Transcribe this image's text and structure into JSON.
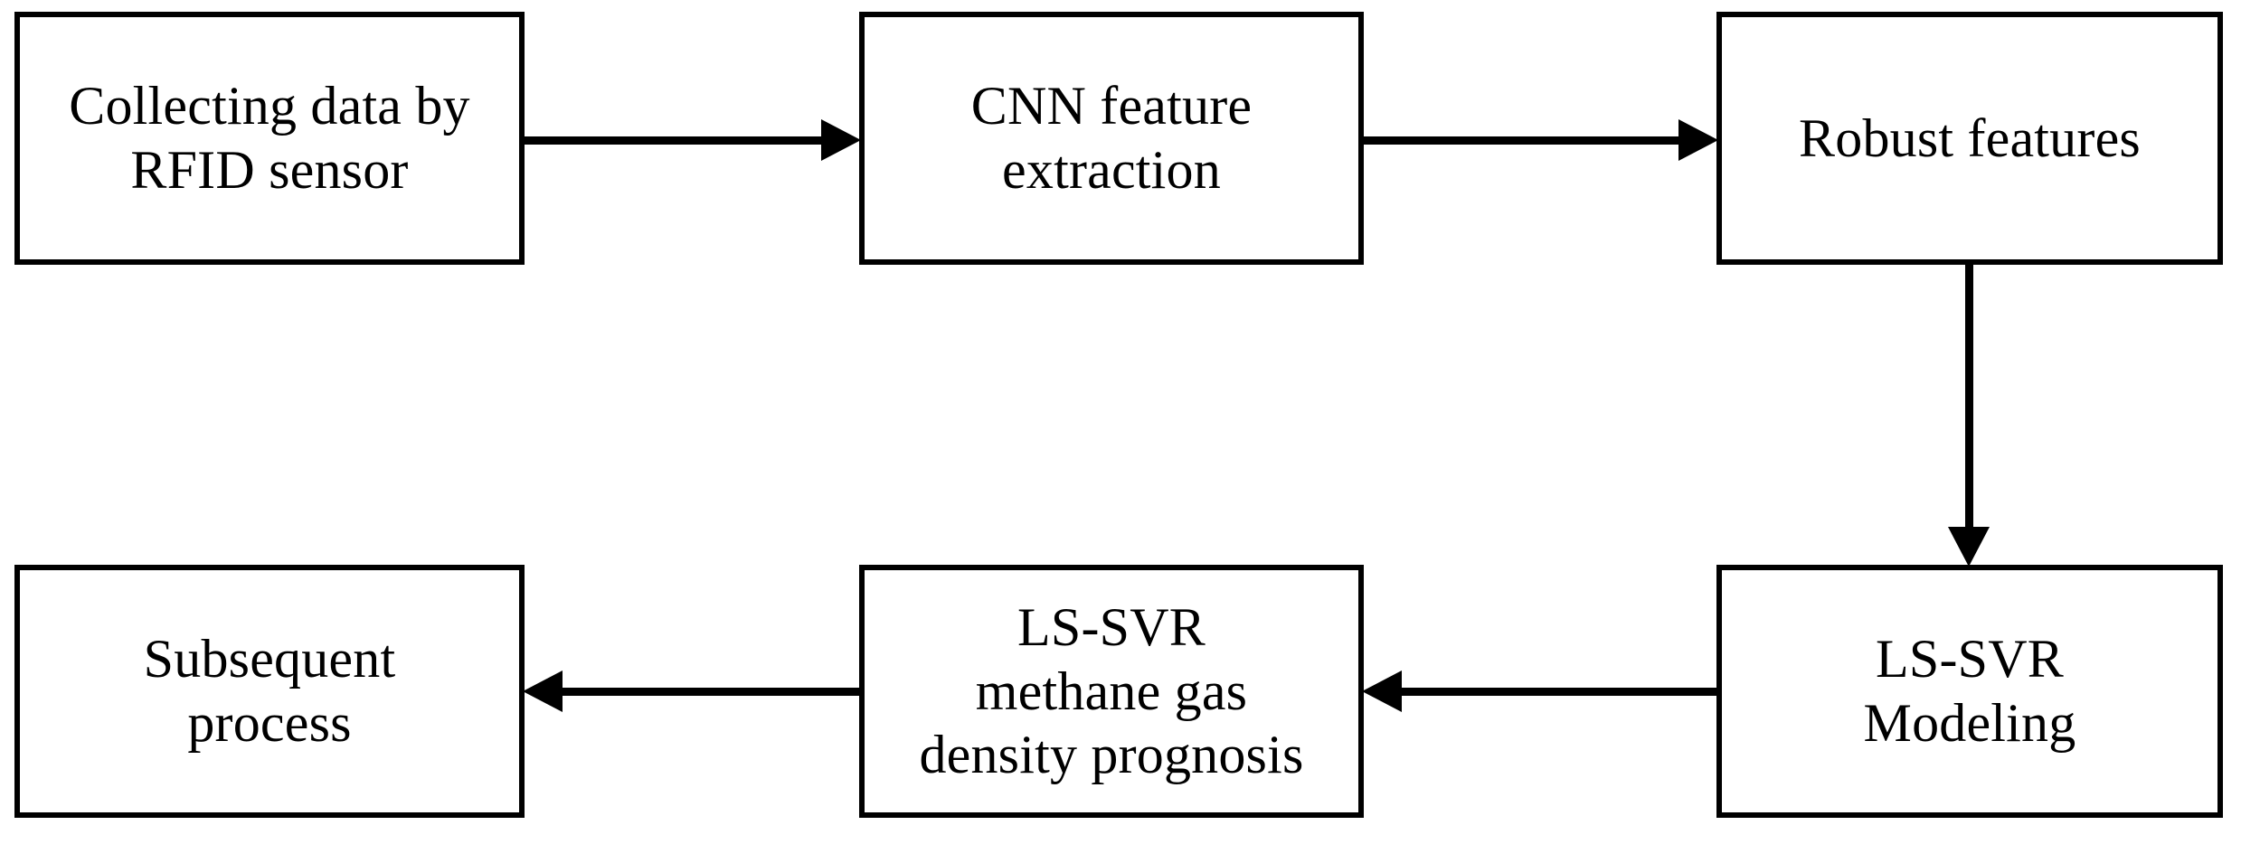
{
  "diagram": {
    "type": "flowchart",
    "title": "",
    "orientation": "two-row-serpentine",
    "background_color": "#ffffff",
    "line_color": "#000000",
    "text_color": "#000000",
    "nodes": [
      {
        "id": "collect",
        "label": "Collecting data by RFID sensor",
        "lines": [
          "Collecting data by",
          "RFID sensor"
        ],
        "row": 1,
        "col": 1
      },
      {
        "id": "cnn",
        "label": "CNN feature extraction",
        "lines": [
          "CNN feature",
          "extraction"
        ],
        "row": 1,
        "col": 2
      },
      {
        "id": "robust",
        "label": "Robust features",
        "lines": [
          "Robust features"
        ],
        "row": 1,
        "col": 3
      },
      {
        "id": "subsequent",
        "label": "Subsequent process",
        "lines": [
          "Subsequent",
          "process"
        ],
        "row": 2,
        "col": 1
      },
      {
        "id": "prognosis",
        "label": "LS-SVR methane gas density prognosis",
        "lines": [
          "LS-SVR",
          "methane gas",
          "density prognosis"
        ],
        "row": 2,
        "col": 2
      },
      {
        "id": "modeling",
        "label": "LS-SVR Modeling",
        "lines": [
          "LS-SVR",
          "Modeling"
        ],
        "row": 2,
        "col": 3
      }
    ],
    "edges": [
      {
        "id": "e1",
        "from": "collect",
        "to": "cnn",
        "direction": "right"
      },
      {
        "id": "e2",
        "from": "cnn",
        "to": "robust",
        "direction": "right"
      },
      {
        "id": "e3",
        "from": "robust",
        "to": "modeling",
        "direction": "down"
      },
      {
        "id": "e4",
        "from": "modeling",
        "to": "prognosis",
        "direction": "left"
      },
      {
        "id": "e5",
        "from": "prognosis",
        "to": "subsequent",
        "direction": "left"
      }
    ]
  }
}
